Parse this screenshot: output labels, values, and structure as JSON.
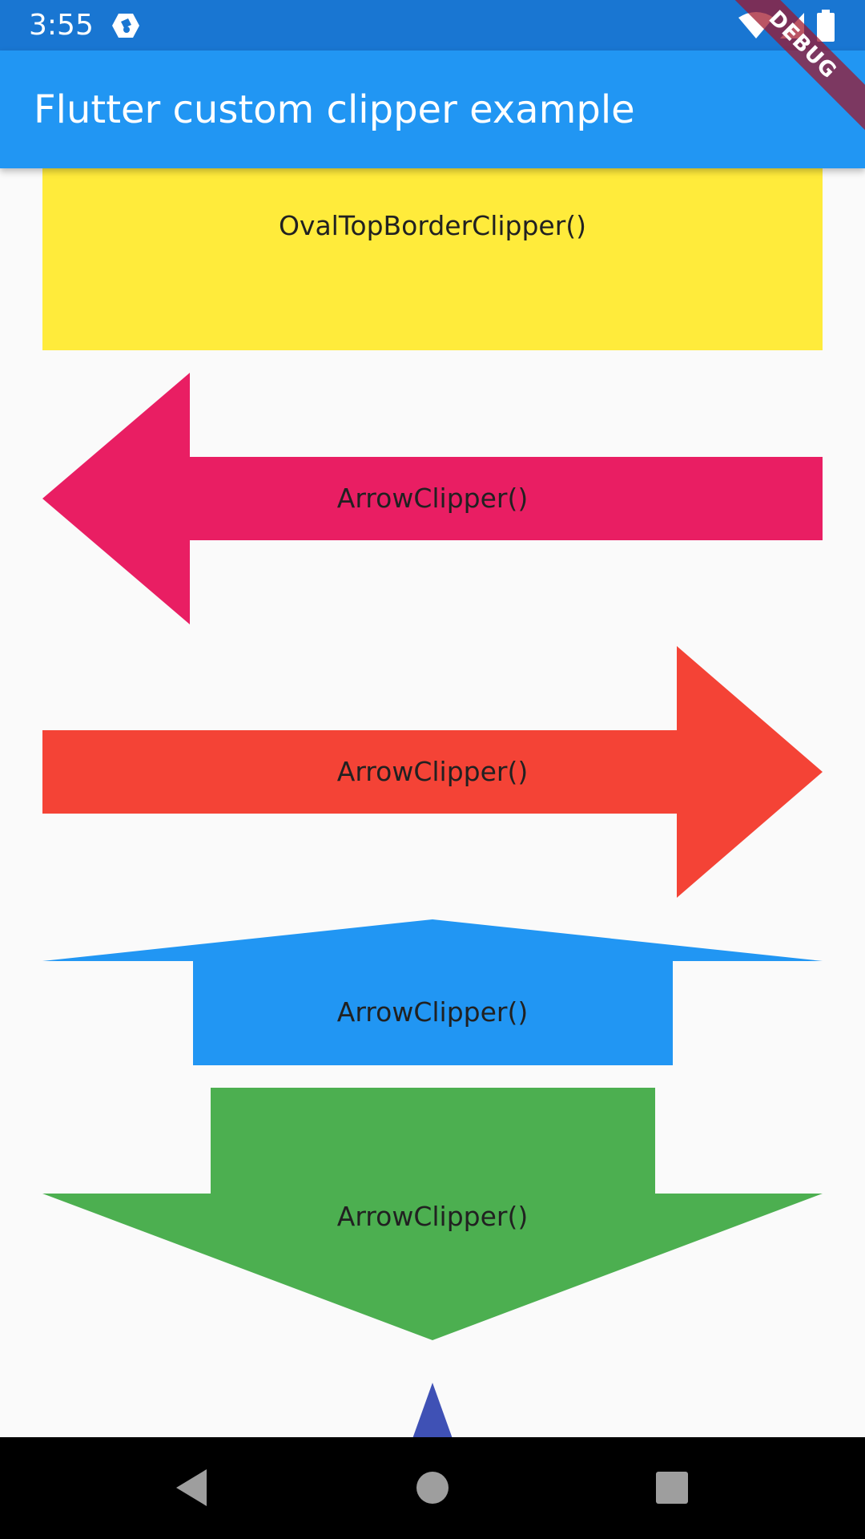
{
  "status_bar": {
    "time": "3:55",
    "background_color": "#1976d2"
  },
  "app_bar": {
    "title": "Flutter custom clipper example",
    "background_color": "#2196f3"
  },
  "debug_banner": {
    "label": "DEBUG"
  },
  "clippers": [
    {
      "label": "OvalTopBorderClipper()",
      "color": "#ffeb3b"
    },
    {
      "label": "ArrowClipper()",
      "color": "#e91e63"
    },
    {
      "label": "ArrowClipper()",
      "color": "#f44336"
    },
    {
      "label": "ArrowClipper()",
      "color": "#2196f3"
    },
    {
      "label": "ArrowClipper()",
      "color": "#4caf50"
    },
    {
      "label": "",
      "color": "#3f51b5"
    }
  ],
  "icons": {
    "status_app": "flutter-app-icon",
    "wifi": "wifi-icon",
    "signal": "signal-icon",
    "battery": "battery-icon",
    "nav_back": "back-icon",
    "nav_home": "home-icon",
    "nav_recents": "recents-icon"
  }
}
